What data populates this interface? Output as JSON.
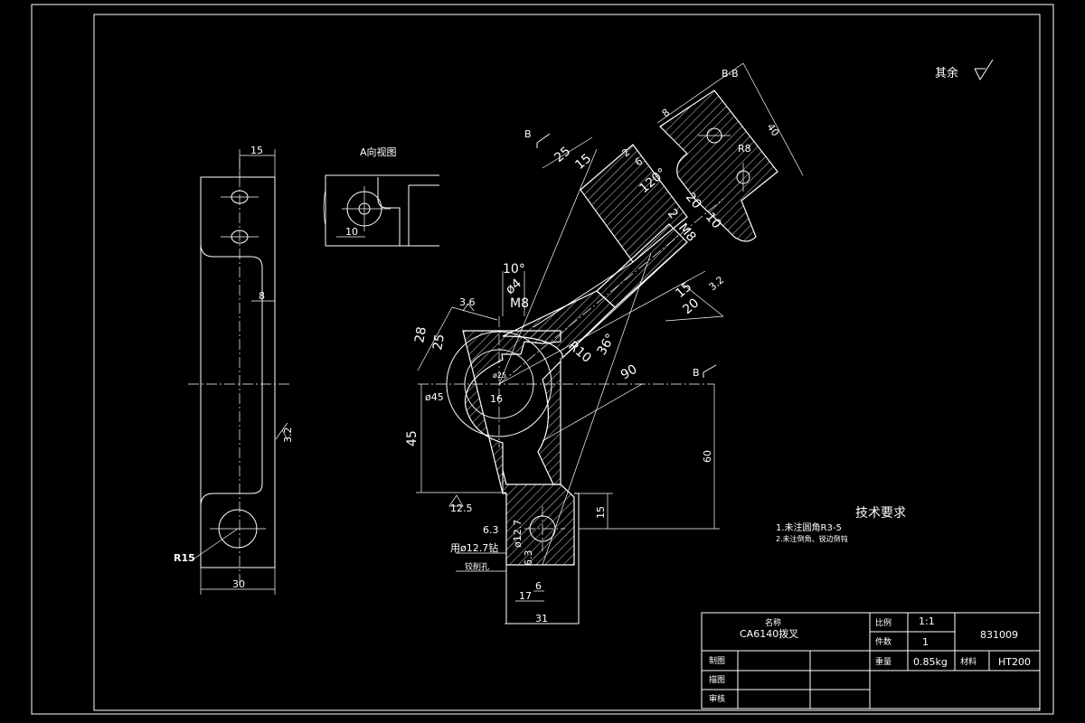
{
  "views": {
    "section_label": "B-B",
    "aux_view_label": "A向视图",
    "surface_note": "其余",
    "section_mark": "B"
  },
  "dimensions": {
    "left": {
      "top_width": "15",
      "slot_offset": "8",
      "roughness": "3.2",
      "radius": "R15",
      "bottom_width": "30"
    },
    "aux": {
      "d10": "10"
    },
    "main": {
      "d25": "25",
      "d15": "15",
      "d2": "2",
      "d6": "6",
      "angle120": "120°",
      "d20a": "20",
      "d10a": "10",
      "d2b": "2",
      "m8a": "M8",
      "angle10": "10°",
      "dia4": "ø4",
      "m8b": "M8",
      "d36": "3.6",
      "d28": "28",
      "d25b": "25",
      "r10": "R10",
      "angle36": "36°",
      "d90": "90",
      "d15b": "15",
      "d20b": "20",
      "d32": "3.2",
      "dia45": "ø45",
      "d16": "16",
      "bore": "ø25",
      "d45": "45",
      "d60": "60",
      "d15c": "15",
      "r125": "12.5",
      "r63": "6.3",
      "dia127": "ø12.7",
      "d63": "6.3",
      "bore_note": "用ø12.7钻",
      "bore_note2": "铰削孔",
      "d17": "17",
      "d6b": "6",
      "d31": "31"
    },
    "bb": {
      "d8": "8",
      "d40": "40",
      "r8": "R8"
    }
  },
  "technical_requirements": {
    "title": "技术要求",
    "items": [
      "1.未注圆角R3-5",
      "2.未注倒角、锐边倒钝"
    ]
  },
  "title_block": {
    "part_name_label": "名称",
    "part_name": "CA6140拨叉",
    "scale_label": "比例",
    "scale": "1:1",
    "qty_label": "件数",
    "qty": "1",
    "drawing_no": "831009",
    "weight_label": "重量",
    "weight": "0.85kg",
    "material_label": "材料",
    "material": "HT200",
    "drawn_label": "制图",
    "design_label": "描图",
    "check_label": "审核"
  }
}
